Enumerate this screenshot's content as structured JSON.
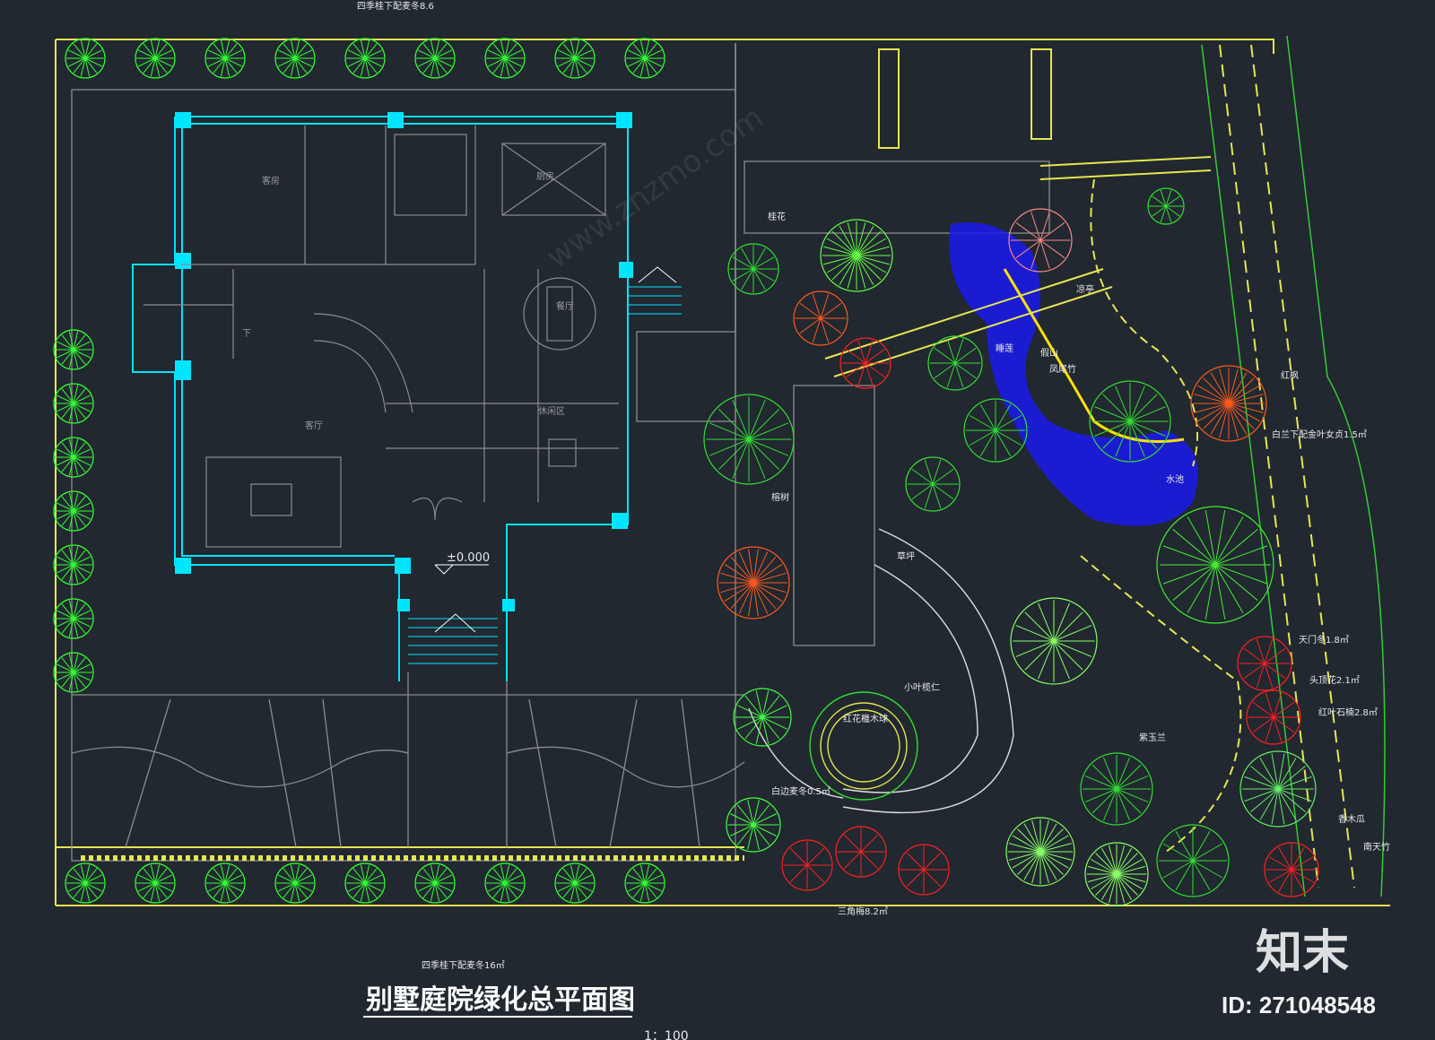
{
  "drawing": {
    "title": "别墅庭院绿化总平面图",
    "scale": "1：100",
    "elevation": "±0.000",
    "colors": {
      "background": "#212830",
      "boundary": "#e6e650",
      "wall": "#00e5ff",
      "interior": "#8c8c8c",
      "plants": "#33dd33",
      "water": "#1a1aee",
      "accent_tree": "#ff5a1e",
      "red_shrub": "#ff2020",
      "label": "#e8e8e8"
    }
  },
  "rooms": {
    "guest_room": "客房",
    "kitchen": "厨房",
    "dining": "餐厅",
    "living": "客厅",
    "leisure": "休闲区",
    "down": "下"
  },
  "labels": {
    "top_hedge": "四季桂下配麦冬8.6",
    "bottom_hedge": "四季桂下配麦冬16㎡",
    "red_maple": "红枫",
    "magnolia_under": "白兰下配金叶女贞1.5㎡",
    "asparagus": "天门冬1.8㎡",
    "flower2": "头顶花2.1㎡",
    "photinia": "红叶石楠2.8㎡",
    "papaya": "香木瓜",
    "nandina": "南天竹",
    "terminalia": "小叶榄仁",
    "loropetalum": "红花檵木球",
    "liriope": "白边麦冬0.5㎡",
    "yulan": "紫玉兰",
    "bougainvillea": "三角梅8.2㎡",
    "lotus": "睡莲",
    "pond": "水池",
    "pavilion": "凉亭",
    "tree1": "桂花",
    "tree2": "榕树",
    "rock": "假山",
    "bamboo": "凤尾竹",
    "grass": "草坪"
  },
  "watermark": {
    "brand": "知末",
    "id": "ID: 271048548",
    "site": "www.znzmo.com"
  }
}
